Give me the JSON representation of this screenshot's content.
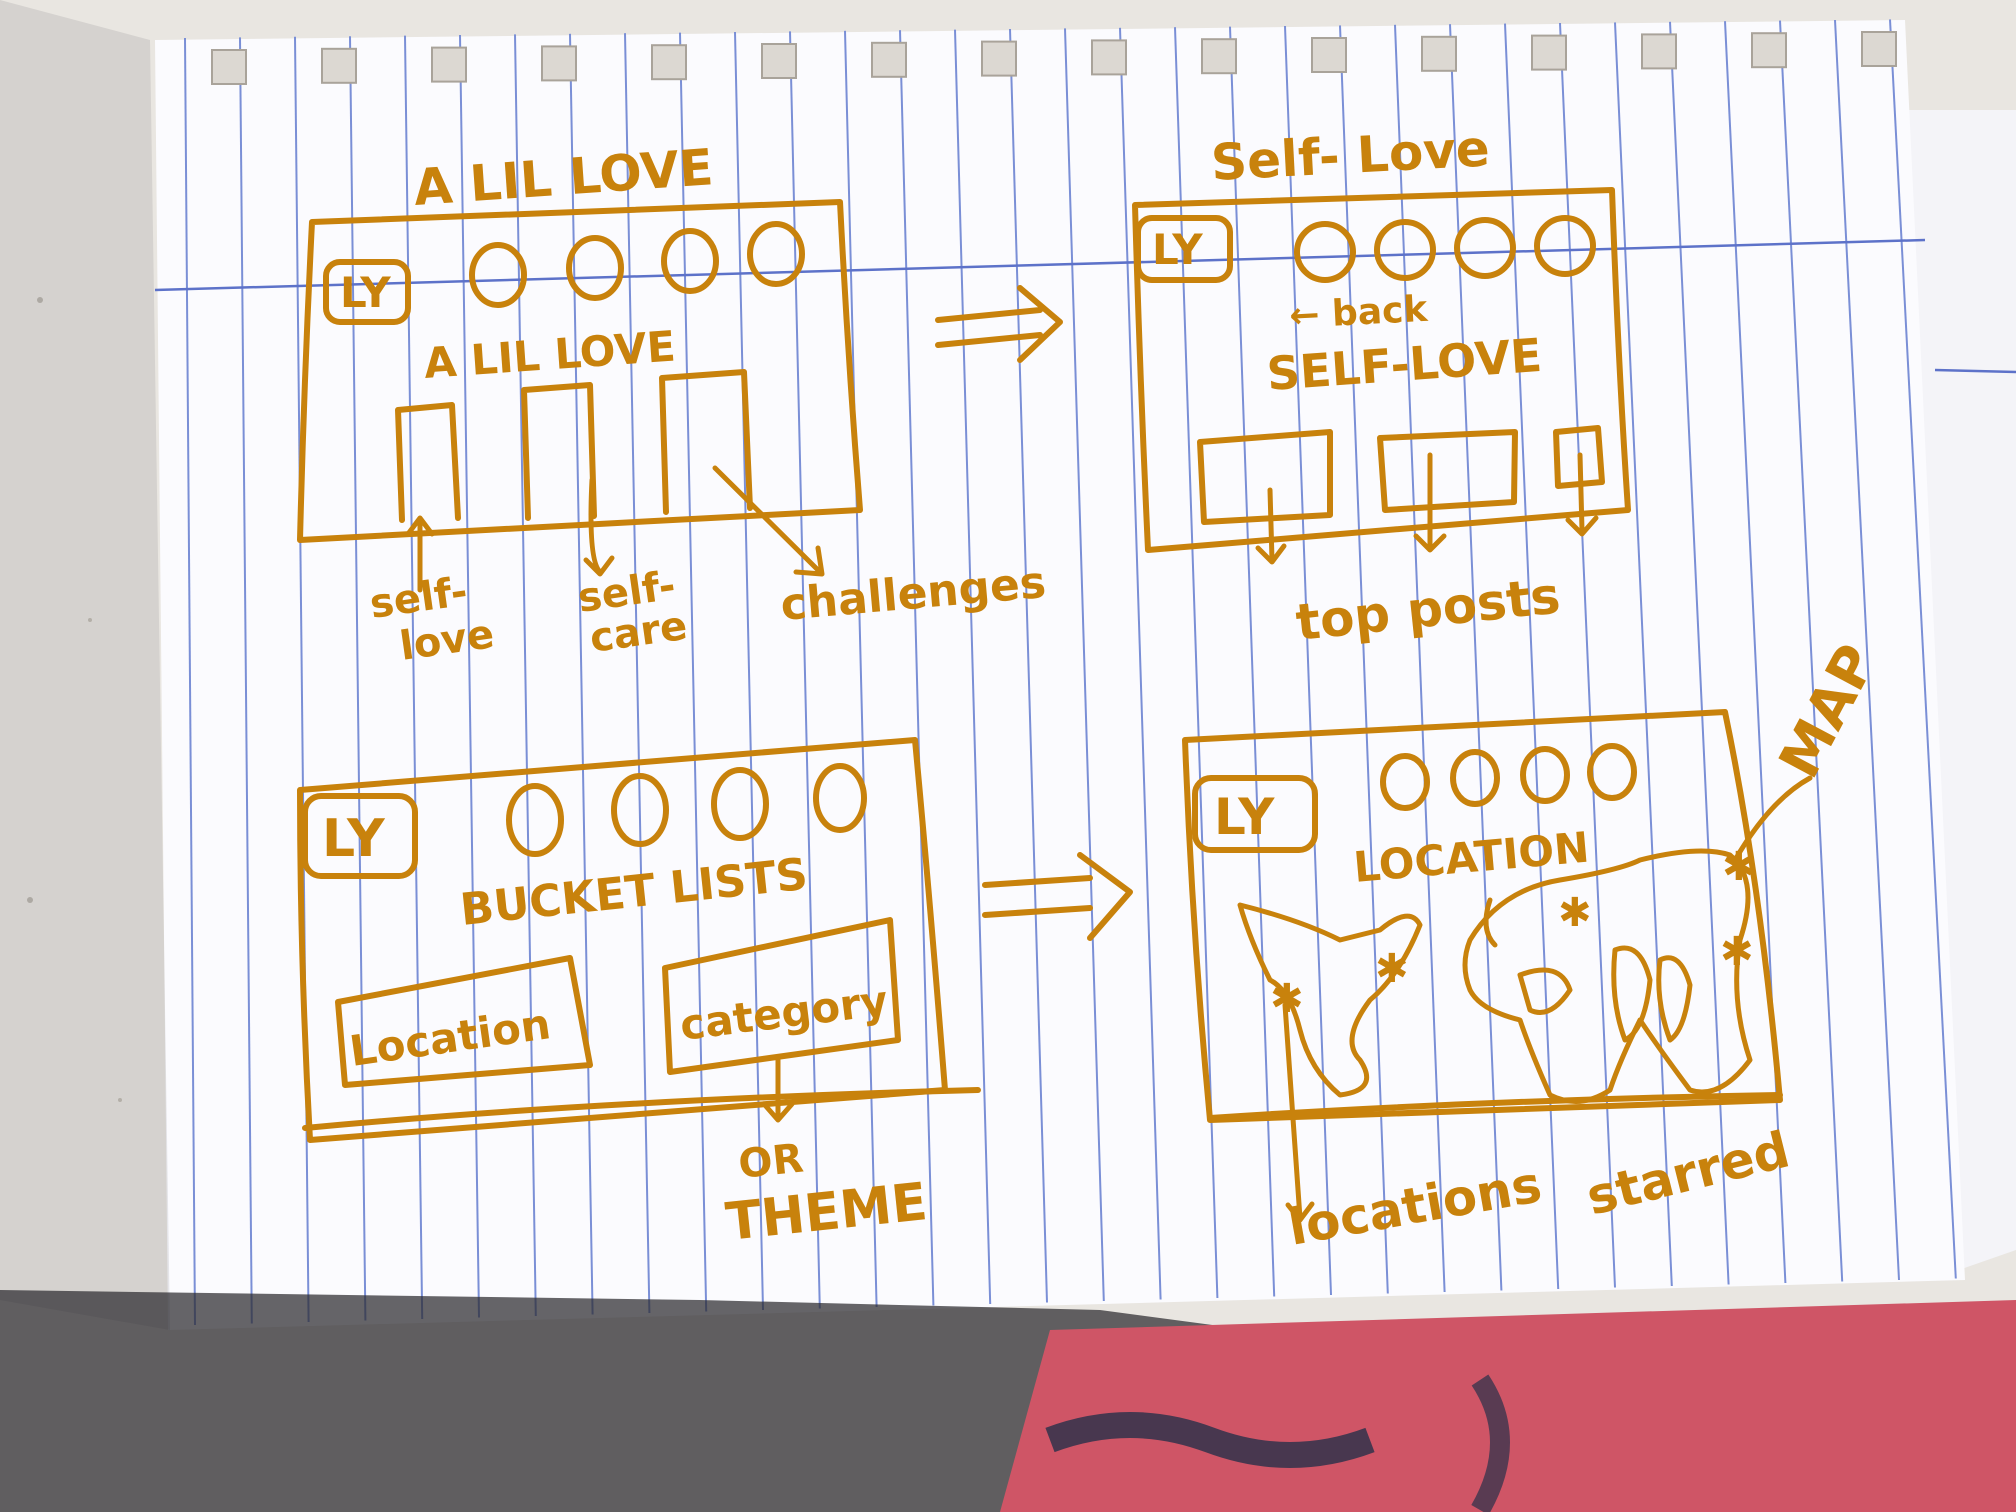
{
  "colors": {
    "countertop": "#e9e6e1",
    "paper": "#fbfbfe",
    "ruled_line": "#7a8fd6",
    "margin_line": "#5d72c9",
    "ink": "#c8820c",
    "fabric": "#cf5566",
    "shadow": "#2b2a2e"
  },
  "sketch_home": {
    "title": "A LIL LOVE",
    "logo": "LY",
    "nav_icons": [
      "circle",
      "circle",
      "circle",
      "circle"
    ],
    "heading": "A LIL LOVE",
    "annotations": {
      "self_love": [
        "self-",
        "love"
      ],
      "self_care": [
        "self-",
        "care"
      ],
      "challenges": "challenges"
    }
  },
  "flow_arrow": "=>",
  "sketch_self_love": {
    "title": "Self- Love",
    "logo": "LY",
    "nav_icons": [
      "circle",
      "circle",
      "circle",
      "circle"
    ],
    "back": "← back",
    "heading": "SELF-LOVE",
    "annotation": "top posts"
  },
  "sketch_bucket_lists": {
    "logo": "LY",
    "nav_icons": [
      "circle",
      "circle",
      "circle",
      "circle"
    ],
    "heading": "BUCKET LISTS",
    "cards": [
      "Location",
      "category"
    ],
    "annotation": [
      "OR",
      "THEME"
    ]
  },
  "sketch_location": {
    "logo": "LY",
    "nav_icons": [
      "circle",
      "circle",
      "circle",
      "circle"
    ],
    "heading": "LOCATION",
    "annotations": {
      "map": "MAP",
      "locations": "locations",
      "starred": "starred"
    }
  }
}
